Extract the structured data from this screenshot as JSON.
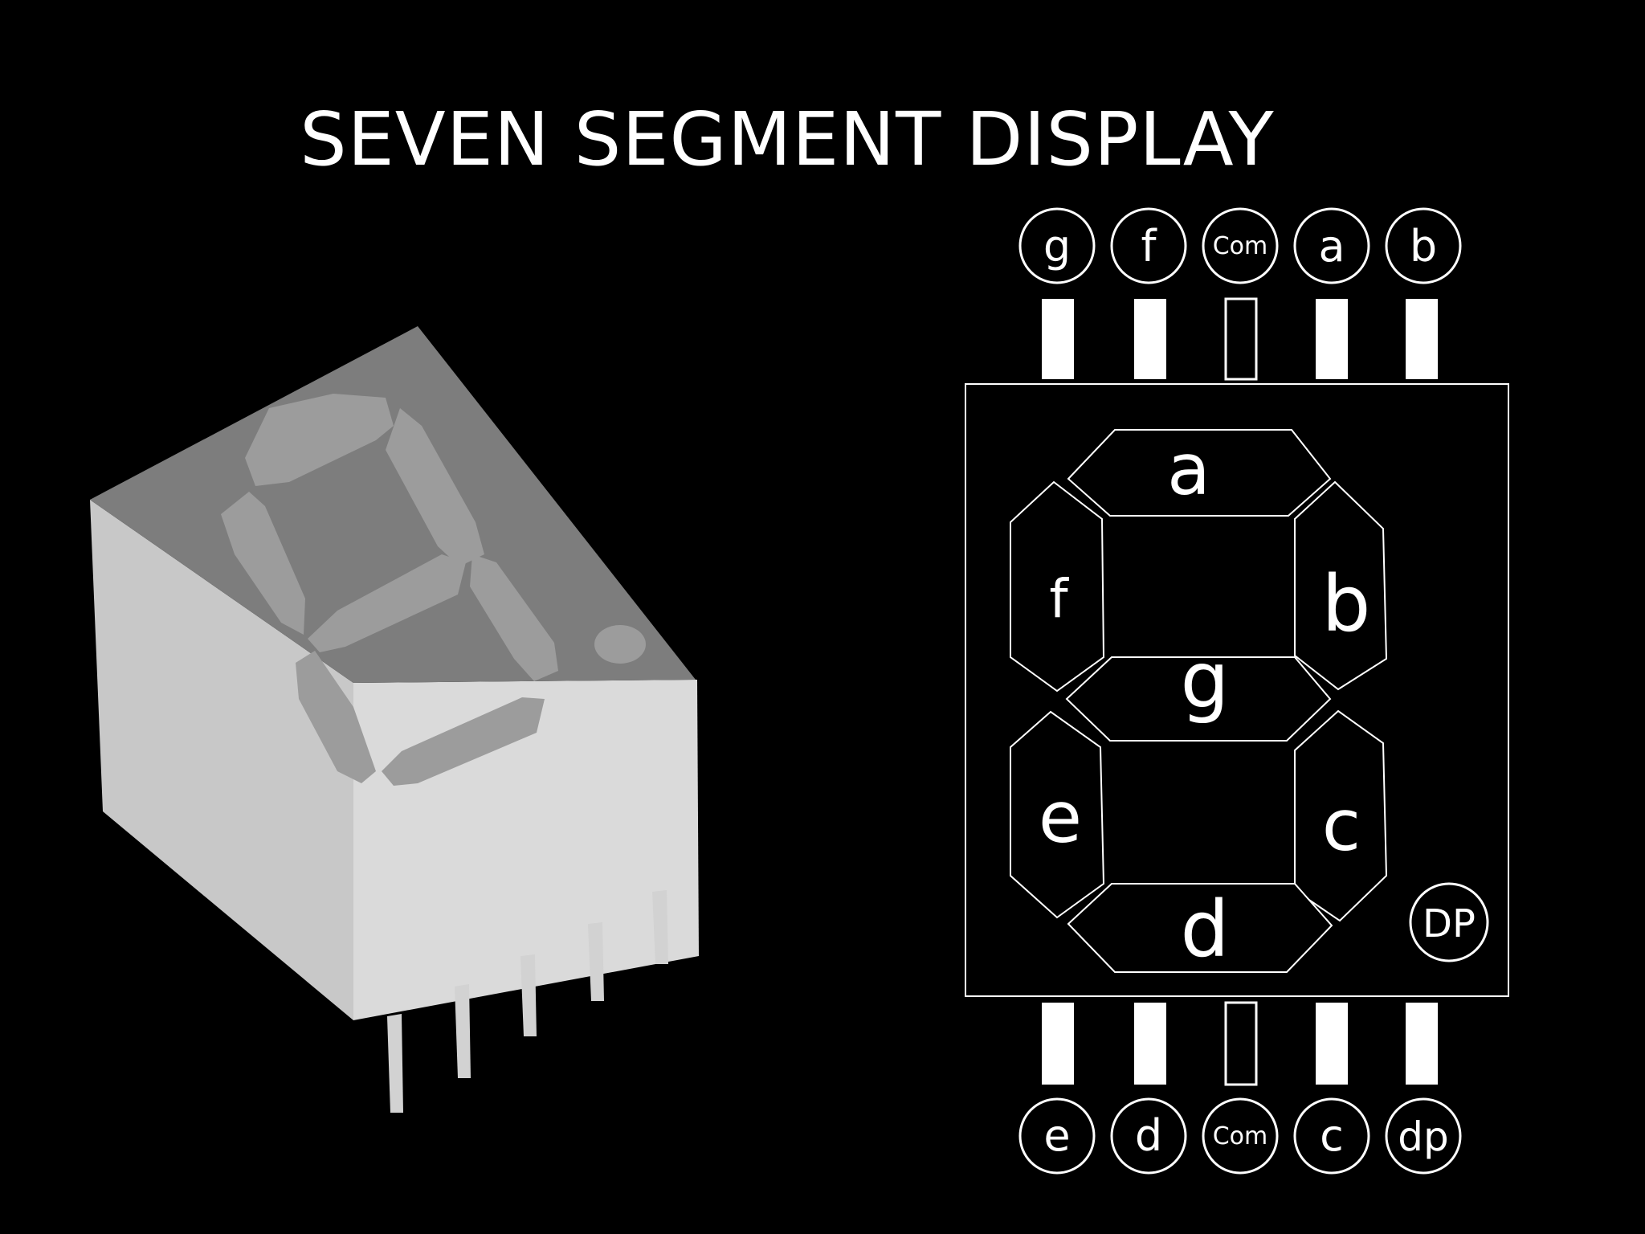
{
  "title": "SEVEN SEGMENT DISPLAY",
  "top_pins": [
    "g",
    "f",
    "Com",
    "a",
    "b"
  ],
  "bottom_pins": [
    "e",
    "d",
    "Com",
    "c",
    "dp"
  ],
  "segments": {
    "a": "a",
    "b": "b",
    "c": "c",
    "d": "d",
    "e": "e",
    "f": "f",
    "g": "g"
  },
  "decimal_point": "DP",
  "colors": {
    "background": "#000000",
    "foreground": "#ffffff",
    "component_face": "#7d7d7d",
    "component_segment": "#9c9c9c",
    "component_side": "#d6d6d6"
  }
}
